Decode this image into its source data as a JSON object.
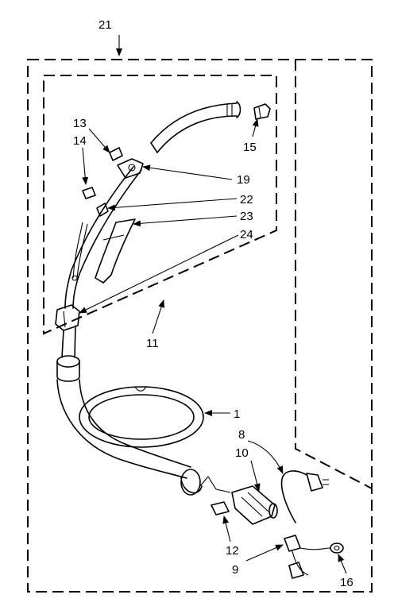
{
  "diagram": {
    "labels": {
      "l21": "21",
      "l13": "13",
      "l14": "14",
      "l15": "15",
      "l19": "19",
      "l22": "22",
      "l23": "23",
      "l24": "24",
      "l11": "11",
      "l1": "1",
      "l8": "8",
      "l10": "10",
      "l12": "12",
      "l9": "9",
      "l16": "16"
    }
  }
}
